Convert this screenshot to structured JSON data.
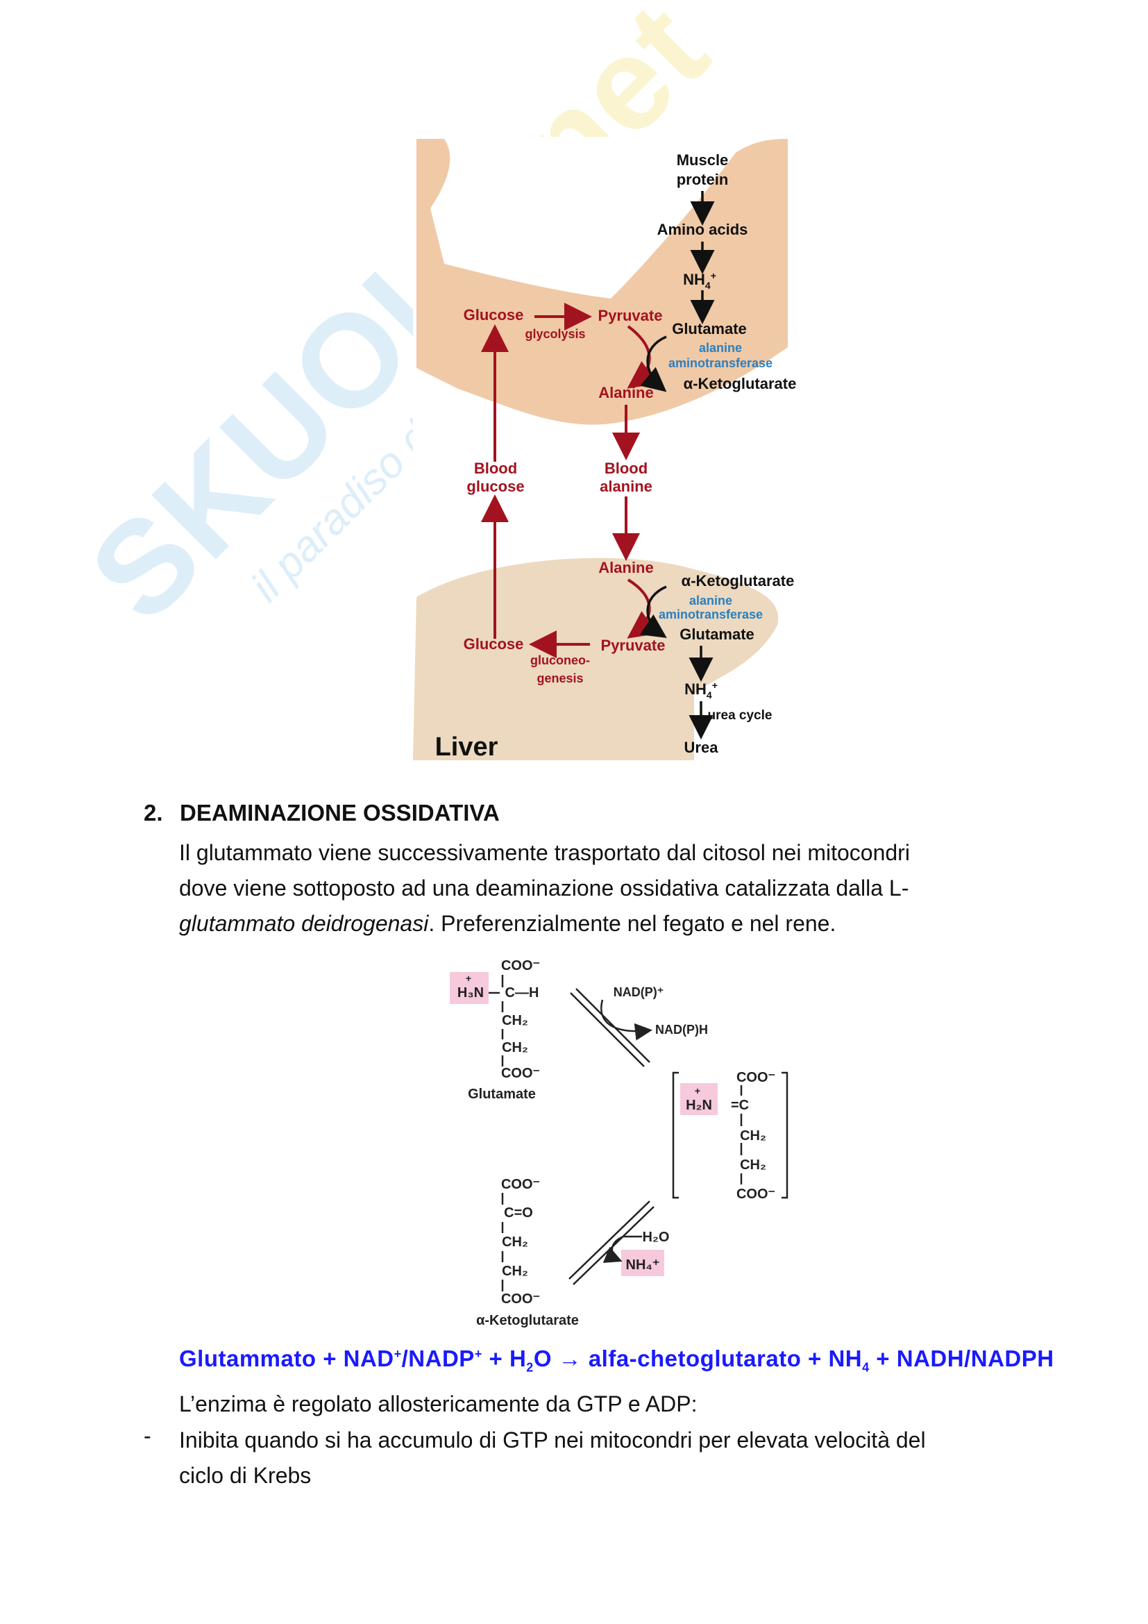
{
  "watermark": {
    "brand_main": "SKUOLA",
    "brand_suffix": ".net",
    "tagline": "il paradiso dello studente"
  },
  "figure1": {
    "muscle_protein": [
      "Muscle",
      "protein"
    ],
    "amino_acids": "Amino acids",
    "nh4_top": "NH",
    "glucose_muscle": "Glucose",
    "glycolysis": "glycolysis",
    "pyruvate_muscle": "Pyruvate",
    "glutamate_muscle": "Glutamate",
    "enzyme_muscle": [
      "alanine",
      "aminotransferase"
    ],
    "alanine_muscle": "Alanine",
    "akg_muscle": "α-Ketoglutarate",
    "blood_glucose": [
      "Blood",
      "glucose"
    ],
    "blood_alanine": [
      "Blood",
      "alanine"
    ],
    "alanine_liver": "Alanine",
    "akg_liver": "α-Ketoglutarate",
    "enzyme_liver": [
      "alanine",
      "aminotransferase"
    ],
    "glutamate_liver": "Glutamate",
    "glucose_liver": "Glucose",
    "pyruvate_liver": "Pyruvate",
    "gluconeogenesis": [
      "gluconeo-",
      "genesis"
    ],
    "nh4_bottom": "NH",
    "urea_cycle": "urea cycle",
    "urea": "Urea",
    "liver": "Liver"
  },
  "section": {
    "number": "2.",
    "title": "DEAMINAZIONE OSSIDATIVA",
    "lines": [
      "Il glutammato viene successivamente trasportato dal citosol nei mitocondri",
      "dove viene sottoposto ad una deaminazione ossidativa catalizzata dalla L-"
    ],
    "line3_italic": "glutammato deidrogenasi",
    "line3_rest": ". Preferenzialmente nel fegato e nel rene."
  },
  "figure2": {
    "coo": "COO⁻",
    "h3n": "H₃N",
    "ch": "C—H",
    "ch2": "CH₂",
    "glutamate": "Glutamate",
    "nadp_plus": "NAD(P)⁺",
    "nadph": "NAD(P)H",
    "h2n": "H₂N",
    "eq_c": "=C",
    "co": "C=O",
    "akg": "α-Ketoglutarate",
    "h2o": "H₂O",
    "nh4": "NH₄⁺"
  },
  "equation": {
    "p1": "Glutammato + NAD",
    "p2": "/NADP",
    "p3": " + H",
    "p4": "O → alfa-chetoglutarato + NH",
    "p5": " + NADH/NADPH",
    "sup": "+",
    "sub2": "2",
    "sub4": "4"
  },
  "regulation": {
    "intro": "L’enzima è regolato allostericamente da GTP e ADP:",
    "bullet": "-",
    "item1": [
      "Inibita quando si ha accumulo di GTP nei mitocondri per elevata velocità del",
      "ciclo di Krebs"
    ]
  },
  "colors": {
    "red": "#a3121f",
    "blue": "#2a7fc0",
    "flesh": "#f0c9a6",
    "liver": "#ecd9bf",
    "pink": "#f6c9dc",
    "eq_blue": "#1a1aff"
  }
}
